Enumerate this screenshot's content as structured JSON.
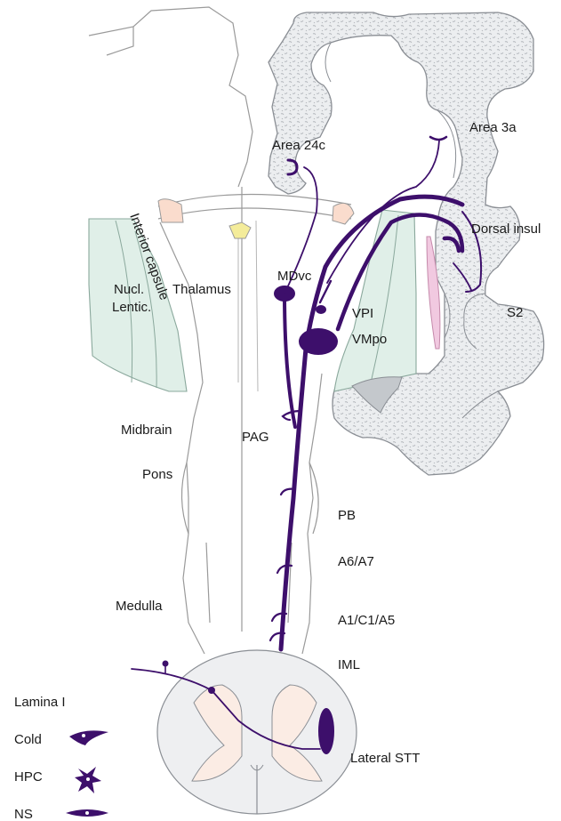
{
  "labels": {
    "area_24c": "Area 24c",
    "area_3a": "Area 3a",
    "dorsal_insula": "Dorsal insul",
    "interior_capsule": "Interior capsule",
    "thalamus": "Thalamus",
    "mdvc": "MDvc",
    "nucl": "Nucl.",
    "lentic": "Lentic.",
    "vpi": "VPI",
    "vmpo": "VMpo",
    "s2": "S2",
    "midbrain": "Midbrain",
    "pag": "PAG",
    "pons": "Pons",
    "pb": "PB",
    "a6_a7": "A6/A7",
    "medulla": "Medulla",
    "a1_c1_a5": "A1/C1/A5",
    "iml": "IML",
    "lateral_stt": "Lateral STT"
  },
  "legend": {
    "title": "Lamina I",
    "items": [
      {
        "label": "Cold",
        "icon": "fusiform-cell-icon"
      },
      {
        "label": "HPC",
        "icon": "multipolar-cell-icon"
      },
      {
        "label": "NS",
        "icon": "spindle-cell-icon"
      }
    ]
  },
  "colors": {
    "tract": "#3d0f6b",
    "cortex_fill": "#e8eaec",
    "lentiform_fill": "#e0efe8",
    "claustrum_fill": "#f1c9e0",
    "grey_matter_fill": "#fbece4",
    "outline": "#9a9a9a"
  }
}
